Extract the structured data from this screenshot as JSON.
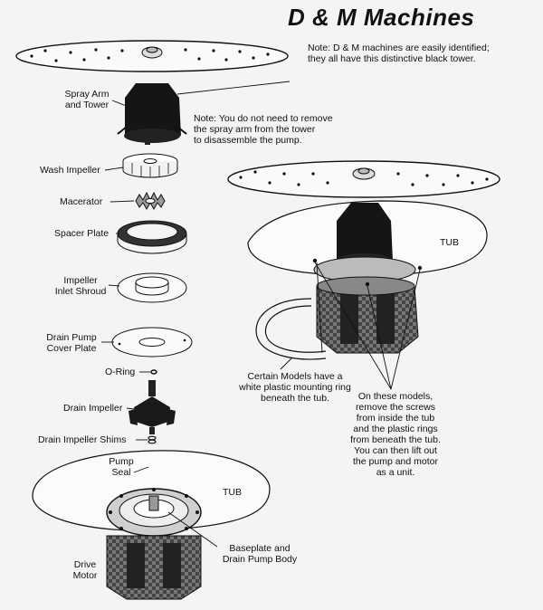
{
  "title": "D & M Machines",
  "notes": {
    "black_tower": [
      "Note: D & M machines are easily identified;",
      "they all have this distinctive black tower."
    ],
    "spray_arm": [
      "Note: You do not need to remove",
      "the spray arm from the tower",
      "to disassemble the pump."
    ]
  },
  "labels": {
    "spray_arm_tower": [
      "Spray Arm",
      "and Tower"
    ],
    "wash_impeller": "Wash Impeller",
    "macerator": "Macerator",
    "spacer_plate": "Spacer Plate",
    "impeller_inlet_shroud": [
      "Impeller",
      "Inlet Shroud"
    ],
    "drain_pump_cover_plate": [
      "Drain Pump",
      "Cover Plate"
    ],
    "o_ring": "O-Ring",
    "drain_impeller": "Drain Impeller",
    "drain_impeller_shims": "Drain Impeller Shims",
    "pump_seal": [
      "Pump",
      "Seal"
    ],
    "tub_lower": "TUB",
    "tub_upper": "TUB",
    "baseplate": [
      "Baseplate and",
      "Drain Pump Body"
    ],
    "drive_motor": [
      "Drive",
      "Motor"
    ]
  },
  "callouts": {
    "mounting_ring": [
      "Certain Models have a",
      "white plastic mounting ring",
      "beneath the tub."
    ],
    "remove_screws": [
      "On these models,",
      "remove the screws",
      "from inside the tub",
      "and the plastic rings",
      "from beneath the tub.",
      "You can then lift out",
      "the pump and motor",
      "as a unit."
    ]
  }
}
